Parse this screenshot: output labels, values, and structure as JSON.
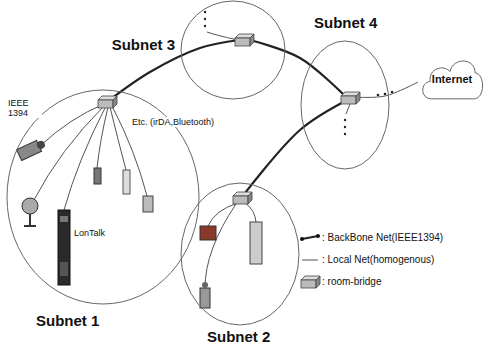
{
  "diagram": {
    "nodes": [
      {
        "text": [
          "Subnet 3"
        ]
      },
      {
        "text": [
          "Subnet 4"
        ]
      },
      {
        "text": [
          "Internet"
        ]
      },
      {
        "text": [
          "Subnet 1"
        ]
      },
      {
        "text": [
          "Subnet 2"
        ]
      }
    ],
    "edges": [
      {
        "from": 3,
        "to": 0,
        "arrow": "none"
      },
      {
        "from": 0,
        "to": 1,
        "arrow": "none"
      },
      {
        "from": 4,
        "to": 1,
        "arrow": "none"
      },
      {
        "from": 1,
        "to": 2,
        "arrow": "none"
      }
    ],
    "labels": [
      "IEEE 1394",
      "Etc. (irDA,Bluetooth)",
      "LonTalk"
    ],
    "legend": [
      {
        "text": ": BackBone Net(IEEE1394)"
      },
      {
        "text": ": Local Net(homogenous)"
      },
      {
        "text": ": room-bridge"
      }
    ]
  }
}
